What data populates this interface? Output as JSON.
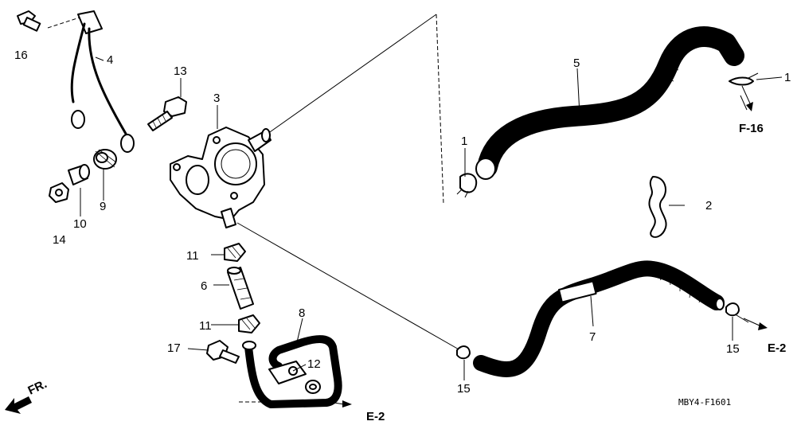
{
  "callouts": {
    "p1a": "1",
    "p1b": "1",
    "p2": "2",
    "p3": "3",
    "p4": "4",
    "p5": "5",
    "p6": "6",
    "p7": "7",
    "p8": "8",
    "p9": "9",
    "p10": "10",
    "p11a": "11",
    "p11b": "11",
    "p12": "12",
    "p13": "13",
    "p14": "14",
    "p15a": "15",
    "p15b": "15",
    "p16": "16",
    "p17": "17"
  },
  "references": {
    "f16": "F-16",
    "e2_right": "E-2",
    "e2_bottom": "E-2",
    "front": "FR."
  },
  "diagram_code": "MBY4-F1601"
}
